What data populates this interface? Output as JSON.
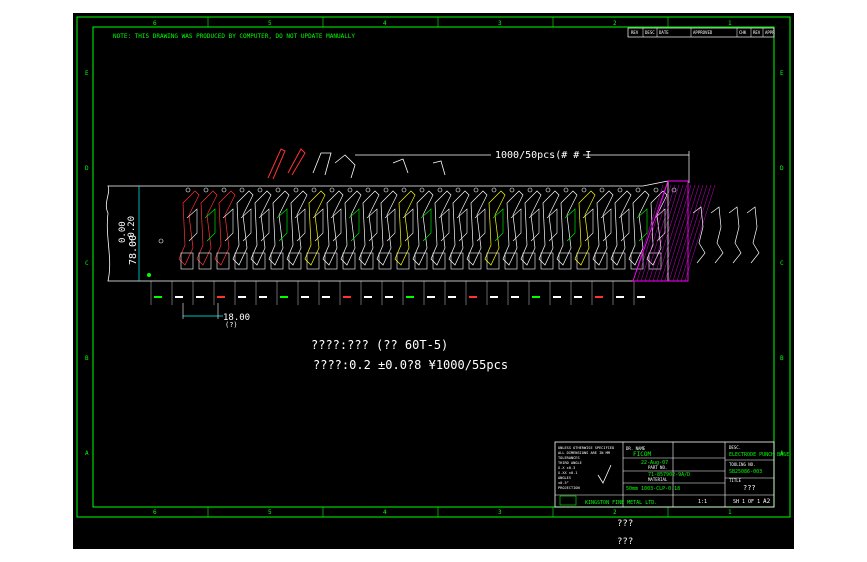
{
  "drawing": {
    "note": "NOTE: THIS DRAWING WAS PRODUCED BY COMPUTER, DO NOT UPDATE MANUALLY",
    "column_markers": [
      "6",
      "5",
      "4",
      "3",
      "2",
      "1"
    ],
    "row_markers": [
      "E",
      "D",
      "C",
      "B",
      "A"
    ],
    "revision_headers": [
      "REV",
      "DESC",
      "DATE",
      "APPROVED",
      "CHK",
      "REV",
      "APPR"
    ],
    "dimensions": {
      "pitch_callout": "1000/50pcs(# # I",
      "height": "78.00",
      "width_tol": "0.00",
      "width_tol2": "-0.20",
      "pitch": "18.00",
      "pitch_ref": "(?)"
    },
    "spec_line1": "????:???  (??  60T-5)",
    "spec_line2": "????:0.2   ±0.0?8  ¥1000/55pcs"
  },
  "title_block": {
    "left_rows": [
      "UNLESS OTHERWISE SPECIFIED",
      "ALL DIMENSIONS ARE IN MM",
      "TOLERANCES",
      "THIRD ANGLE",
      "X.X  ±0.3",
      "X.XX ±0.1",
      "ANGLES",
      "±0.5°",
      "PROJECTION"
    ],
    "company": "KINGSTON FINE METAL LTD.",
    "designer_label": "DR. NAME",
    "designer": "FICOM",
    "date": "22-Aug-07",
    "part_no_label": "PART NO.",
    "part_no": "71-857902-9A/D",
    "material_label": "MATERIAL",
    "material": "50mm 1003-CLP-0.18",
    "size": "A2",
    "sheet": "SH 1 OF 1",
    "title_label": "TITLE",
    "title_value": "???",
    "desc_label": "DESC.",
    "desc": "ELECTRODE PUNCH BASE",
    "tooling_label": "TOOLING NO.",
    "tooling": "SB25086-003",
    "scale": "1:1"
  },
  "footer_text": [
    "???",
    "???"
  ],
  "colors": {
    "sheet": "#000000",
    "border": "#00ff00",
    "lines": "#ffffff",
    "dims": "#00ffff",
    "accent": "#ff00ff",
    "highlight": "#ffff00",
    "red": "#ff3333"
  }
}
